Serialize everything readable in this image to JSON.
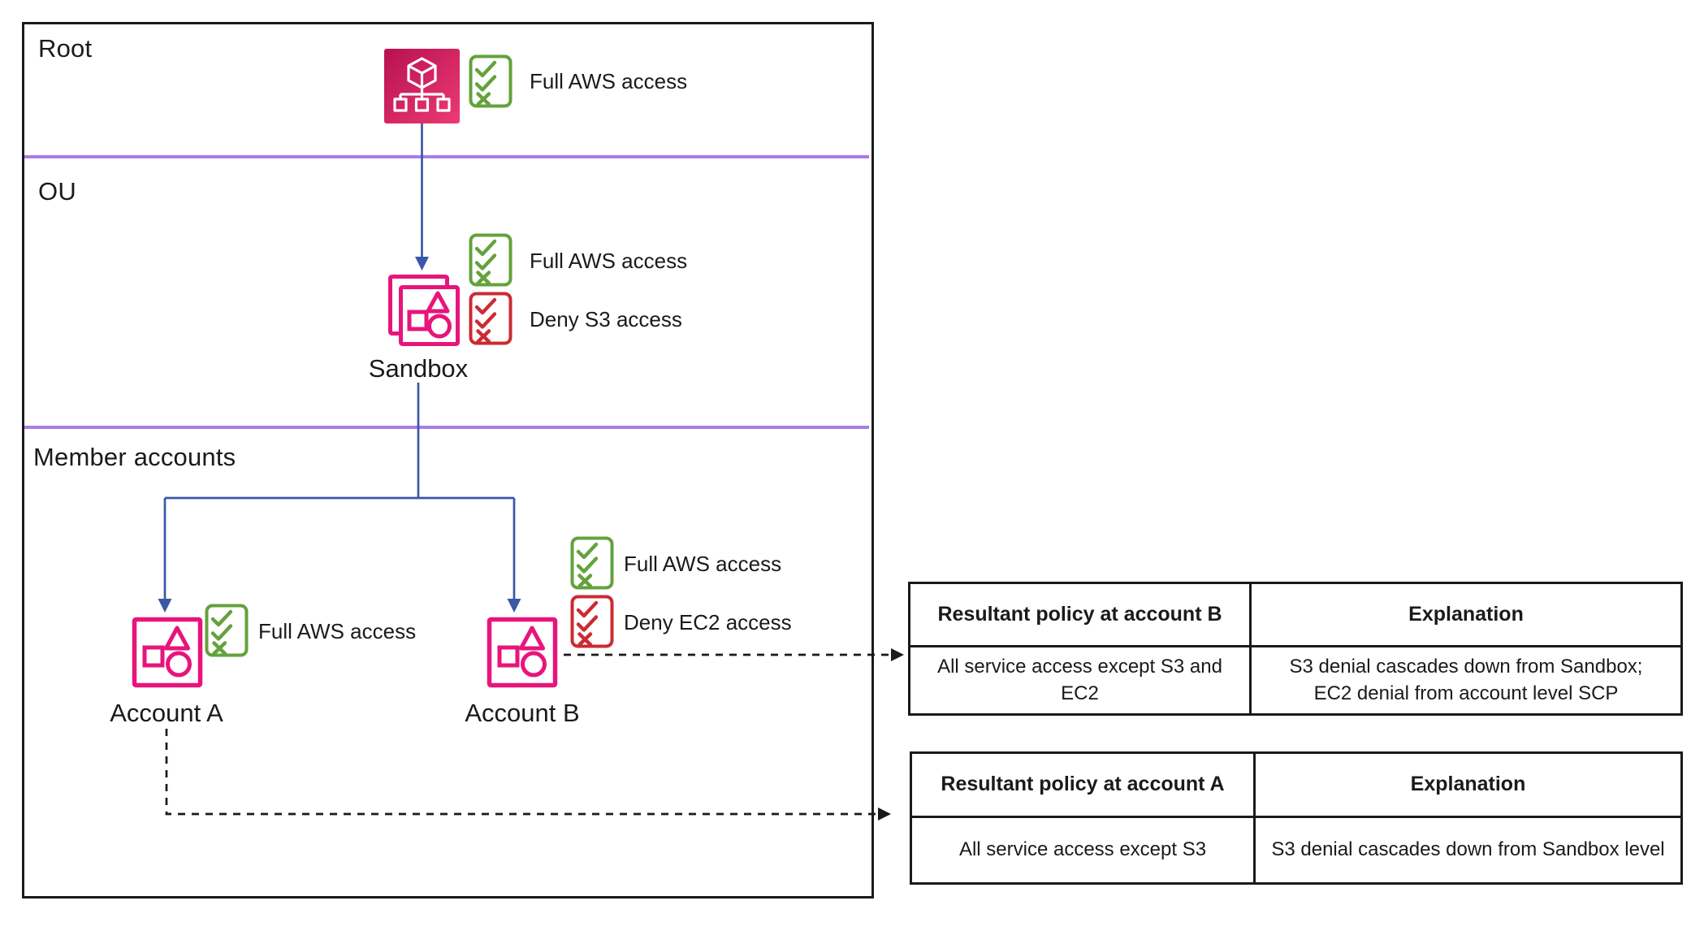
{
  "colors": {
    "pink": "#E7157B",
    "pink_gradient_dark": "#B81150",
    "pink_gradient_light": "#EC3A74",
    "green": "#63A23C",
    "red": "#CB2B33",
    "blue": "#3A57A8",
    "purple": "#A77FE5",
    "ink": "#1A1A1A"
  },
  "icons": {
    "root": "aws-organizations-icon",
    "ou": "organizational-unit-icon",
    "account": "aws-account-icon",
    "allow_policy": "checklist-allow-icon",
    "deny_policy": "checklist-deny-icon"
  },
  "lanes": {
    "root_label": "Root",
    "ou_label": "OU",
    "member_label": "Member accounts"
  },
  "nodes": {
    "root": {
      "policies": [
        {
          "type": "allow",
          "label": "Full AWS access"
        }
      ]
    },
    "sandbox": {
      "label": "Sandbox",
      "policies": [
        {
          "type": "allow",
          "label": "Full AWS access"
        },
        {
          "type": "deny",
          "label": "Deny S3 access"
        }
      ]
    },
    "account_a": {
      "label": "Account A",
      "policies": [
        {
          "type": "allow",
          "label": "Full AWS access"
        }
      ]
    },
    "account_b": {
      "label": "Account B",
      "policies": [
        {
          "type": "allow",
          "label": "Full AWS access"
        },
        {
          "type": "deny",
          "label": "Deny EC2 access"
        }
      ]
    }
  },
  "tables": [
    {
      "name": "account-b-policy-table",
      "headers": [
        "Resultant policy at account B",
        "Explanation"
      ],
      "row": {
        "policy": "All service access except S3 and\nEC2",
        "explanation": "S3 denial cascades down from Sandbox;\nEC2 denial from account level SCP"
      }
    },
    {
      "name": "account-a-policy-table",
      "headers": [
        "Resultant policy at account A",
        "Explanation"
      ],
      "row": {
        "policy": "All service access except S3",
        "explanation": "S3 denial cascades down from Sandbox level"
      }
    }
  ]
}
